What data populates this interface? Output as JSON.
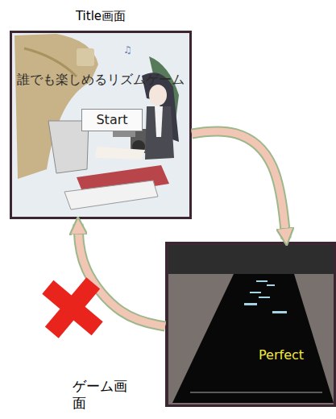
{
  "diagram": {
    "nodes": [
      {
        "text": [
          "Title画面",
          "誰でも楽しめるリズムゲーム"
        ]
      },
      {
        "text": [
          "Start"
        ],
        "in": 0
      },
      {
        "text": [
          "ゲーム画面",
          "Perfect"
        ]
      }
    ],
    "edges": [
      {
        "from": 0,
        "to": 2,
        "arrow": "to"
      },
      {
        "from": 2,
        "to": 0,
        "arrow": "to"
      }
    ]
  }
}
